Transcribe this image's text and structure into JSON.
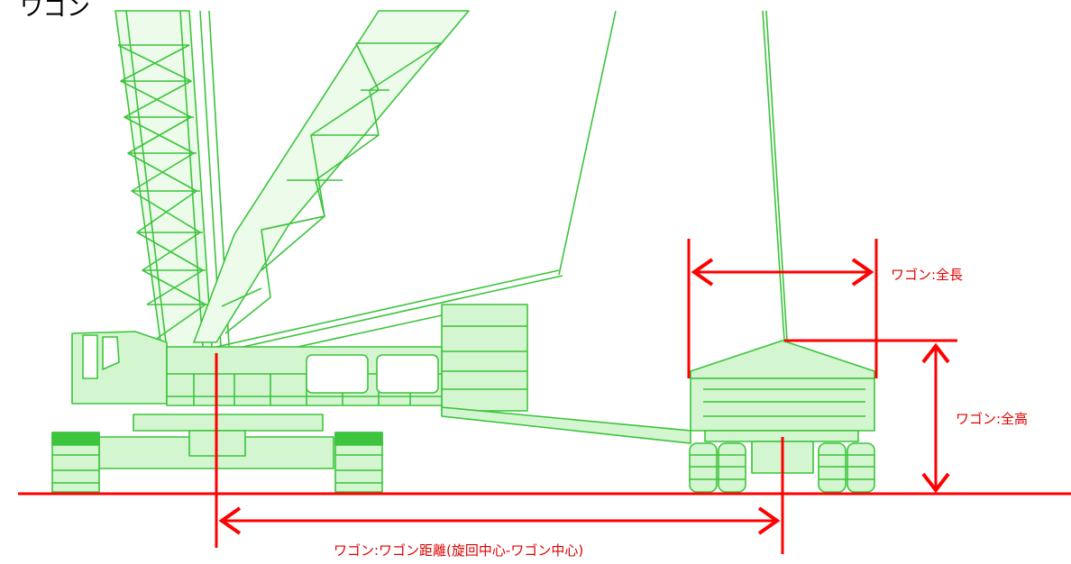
{
  "header_text": "ワゴン",
  "labels": {
    "length": "ワゴン:全長",
    "height": "ワゴン:全高",
    "distance": "ワゴン:ワゴン距離(旋回中心-ワゴン中心)"
  },
  "colors": {
    "crane_line": "#3cc43c",
    "crane_fill": "#c9f2c4",
    "dimension": "#ff0000"
  }
}
